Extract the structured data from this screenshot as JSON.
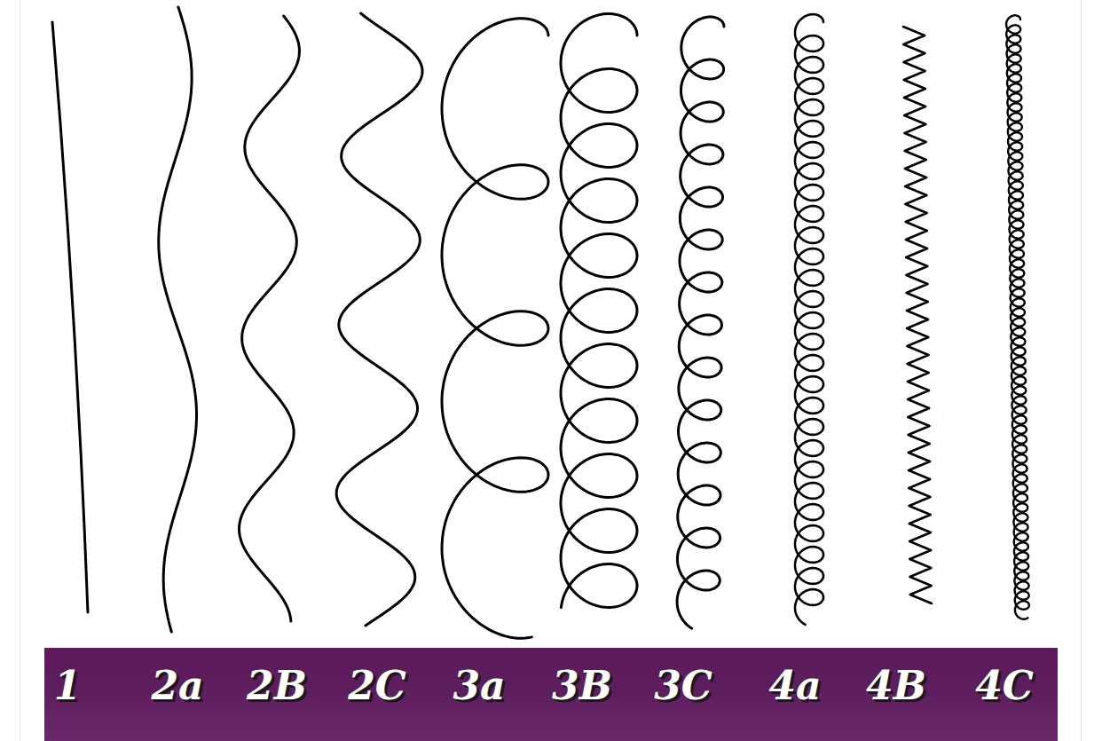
{
  "diagram": {
    "nodes": [
      {
        "text": [
          "1",
          "2a",
          "2B",
          "2C",
          "3a",
          "3B",
          "3C",
          "4a",
          "4B",
          "4C"
        ]
      }
    ]
  }
}
